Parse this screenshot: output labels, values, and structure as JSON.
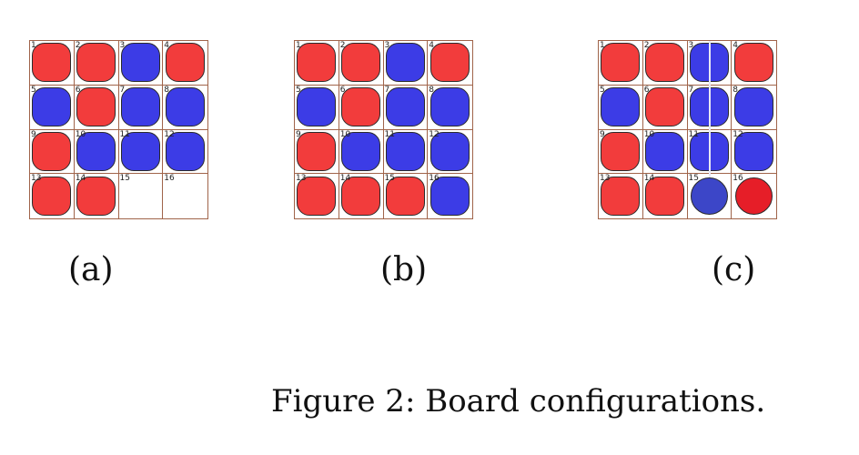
{
  "colors": {
    "red": "#f23c3c",
    "blue": "#3c3ce6",
    "red_dark": "#e61e28",
    "blue_dark": "#3c46c8",
    "grid_line": "#a0644a"
  },
  "boards": [
    {
      "id": "a",
      "label": "(a)",
      "cells": [
        {
          "num": "1",
          "piece": "red"
        },
        {
          "num": "2",
          "piece": "red"
        },
        {
          "num": "3",
          "piece": "blue"
        },
        {
          "num": "4",
          "piece": "red"
        },
        {
          "num": "5",
          "piece": "blue"
        },
        {
          "num": "6",
          "piece": "red"
        },
        {
          "num": "7",
          "piece": "blue"
        },
        {
          "num": "8",
          "piece": "blue"
        },
        {
          "num": "9",
          "piece": "red"
        },
        {
          "num": "10",
          "piece": "blue"
        },
        {
          "num": "11",
          "piece": "blue"
        },
        {
          "num": "12",
          "piece": "blue"
        },
        {
          "num": "13",
          "piece": "red"
        },
        {
          "num": "14",
          "piece": "red"
        },
        {
          "num": "15",
          "piece": "empty"
        },
        {
          "num": "16",
          "piece": "empty"
        }
      ]
    },
    {
      "id": "b",
      "label": "(b)",
      "cells": [
        {
          "num": "1",
          "piece": "red"
        },
        {
          "num": "2",
          "piece": "red"
        },
        {
          "num": "3",
          "piece": "blue"
        },
        {
          "num": "4",
          "piece": "red"
        },
        {
          "num": "5",
          "piece": "blue"
        },
        {
          "num": "6",
          "piece": "red"
        },
        {
          "num": "7",
          "piece": "blue"
        },
        {
          "num": "8",
          "piece": "blue"
        },
        {
          "num": "9",
          "piece": "red"
        },
        {
          "num": "10",
          "piece": "blue"
        },
        {
          "num": "11",
          "piece": "blue"
        },
        {
          "num": "12",
          "piece": "blue"
        },
        {
          "num": "13",
          "piece": "red"
        },
        {
          "num": "14",
          "piece": "red"
        },
        {
          "num": "15",
          "piece": "red"
        },
        {
          "num": "16",
          "piece": "blue"
        }
      ]
    },
    {
      "id": "c",
      "label": "(c)",
      "highlight_column": 3,
      "cells": [
        {
          "num": "1",
          "piece": "red"
        },
        {
          "num": "2",
          "piece": "red"
        },
        {
          "num": "3",
          "piece": "blue"
        },
        {
          "num": "4",
          "piece": "red"
        },
        {
          "num": "5",
          "piece": "blue"
        },
        {
          "num": "6",
          "piece": "red"
        },
        {
          "num": "7",
          "piece": "blue"
        },
        {
          "num": "8",
          "piece": "blue"
        },
        {
          "num": "9",
          "piece": "red"
        },
        {
          "num": "10",
          "piece": "blue"
        },
        {
          "num": "11",
          "piece": "blue"
        },
        {
          "num": "12",
          "piece": "blue"
        },
        {
          "num": "13",
          "piece": "red"
        },
        {
          "num": "14",
          "piece": "red"
        },
        {
          "num": "15",
          "piece": "blue-round"
        },
        {
          "num": "16",
          "piece": "red-round"
        }
      ]
    }
  ],
  "caption": "Figure 2:  Board configurations."
}
